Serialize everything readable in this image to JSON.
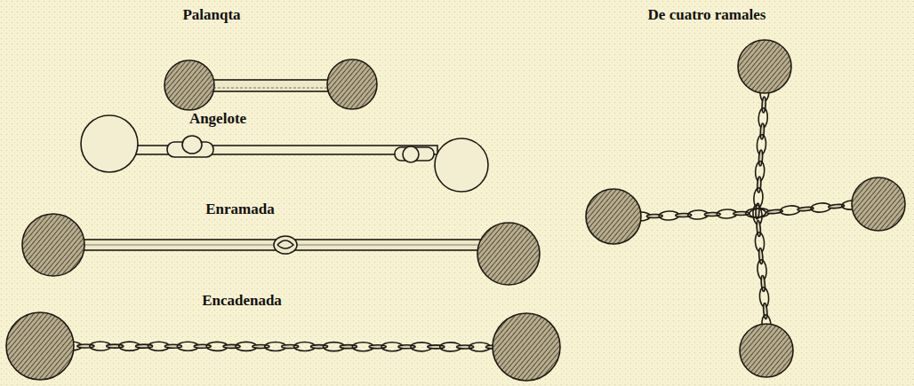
{
  "diagram": {
    "labels": [
      "Palanqta",
      "Angelote",
      "Enramada",
      "Encadenada",
      "De cuatro ramales"
    ]
  }
}
